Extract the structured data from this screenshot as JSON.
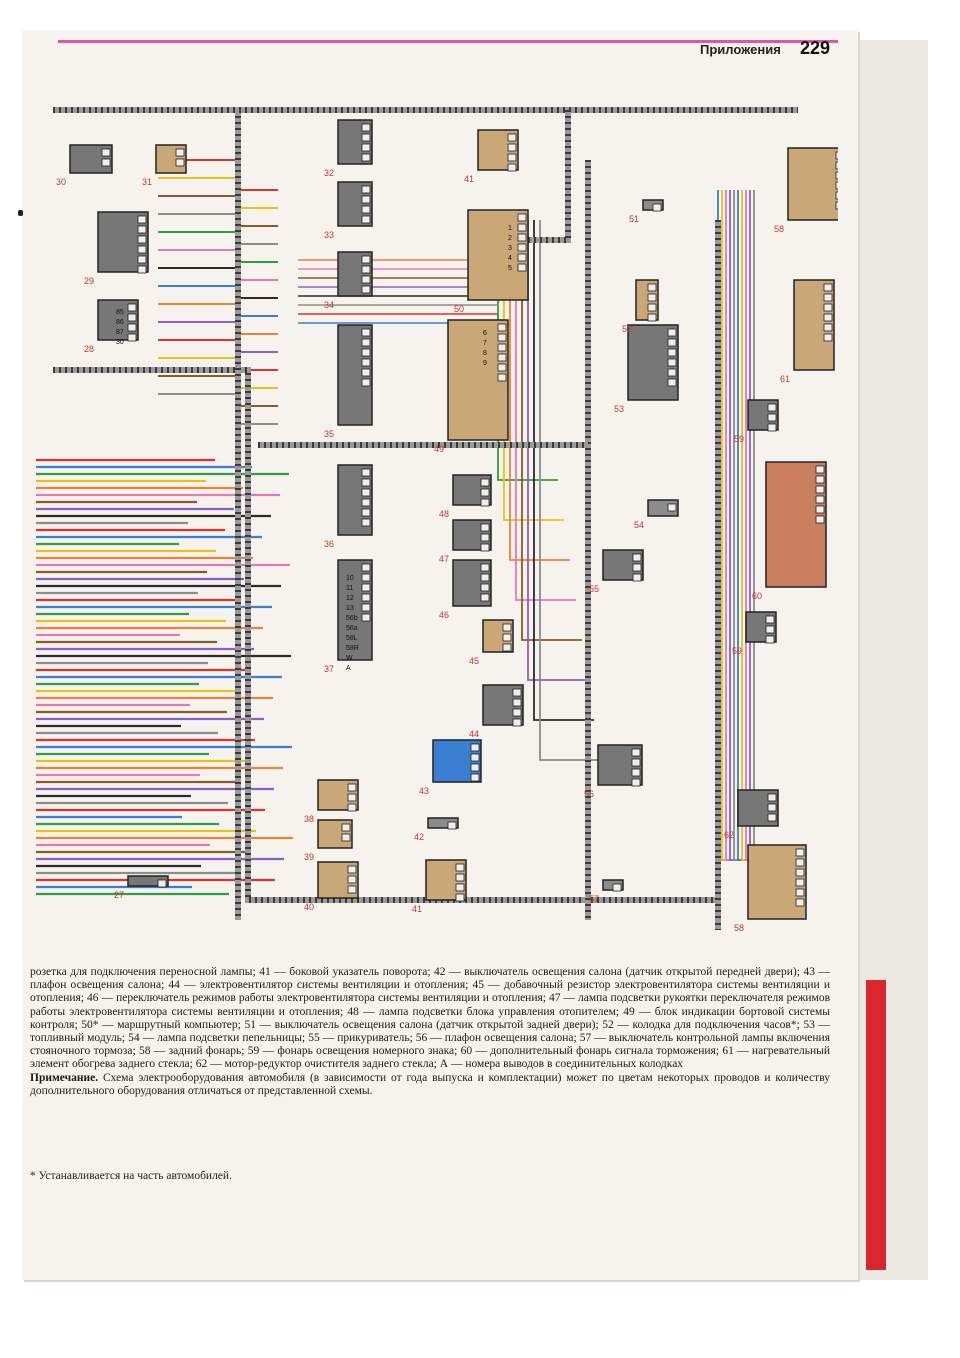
{
  "header": {
    "section_title": "Приложения",
    "page_number": "229"
  },
  "diagram": {
    "component_numbers": [
      "27",
      "28",
      "29",
      "30",
      "31",
      "32",
      "33",
      "34",
      "35",
      "36",
      "37",
      "38",
      "39",
      "40",
      "41",
      "42",
      "43",
      "44",
      "45",
      "46",
      "47",
      "48",
      "49",
      "50",
      "51",
      "52",
      "53",
      "54",
      "55",
      "56",
      "57",
      "58",
      "59",
      "60",
      "61",
      "62"
    ],
    "connector_labels": [
      "85",
      "86",
      "87",
      "30",
      "1",
      "2",
      "3",
      "4",
      "5",
      "6",
      "7",
      "8",
      "9",
      "10",
      "11",
      "12",
      "13",
      "56b",
      "56a",
      "58L",
      "58R",
      "W",
      "A"
    ],
    "palette": {
      "black": "#2b2b2b",
      "grey": "#8c8c8c",
      "red": "#d9342b",
      "blue": "#3a7fd1",
      "green": "#2f9e44",
      "yellow": "#e6c21a",
      "orange": "#e8833a",
      "pink": "#e27ab6",
      "brown": "#8a5a2b",
      "violet": "#8b5fc4",
      "component_box": "#777777",
      "component_tan": "#c9a777",
      "heater_element": "#c97e5e"
    }
  },
  "legend": {
    "text": "розетка для подключения переносной лампы; 41 — боковой указатель поворота; 42 — выключатель освещения салона (датчик открытой передней двери); 43 — плафон освещения салона; 44 — электровентилятор системы вентиляции и отопления; 45 — добавочный резистор электровентилятора системы вентиляции и отопления; 46 — переключатель режимов работы электровентилятора системы вентиляции и отопления; 47 — лампа подсветки рукоятки переключателя режимов работы электровентилятора системы вентиляции и отопления; 48 — лампа подсветки блока управления отопителем; 49 — блок индикации бортовой системы контроля; 50* — маршрутный компьютер; 51 — выключатель освещения салона (датчик открытой задней двери); 52 — колодка для подключения часов*; 53 — топливный модуль; 54 — лампа подсветки пепельницы; 55 — прикуриватель; 56 — плафон освещения салона; 57 — выключатель контрольной лампы включения стояночного тормоза; 58 — задний фонарь; 59 — фонарь освещения номерного знака; 60 — дополнительный фонарь сигнала торможения; 61 — нагревательный элемент обогрева заднего стекла; 62 — мотор-редуктор очистителя заднего стекла; А — номера выводов в соединительных колодках",
    "note_label": "Примечание.",
    "note_text": "Схема электрооборудования автомобиля (в зависимости от года выпуска и комплектации) может по цветам некоторых проводов и количеству дополнительного оборудования отличаться от представленной схемы."
  },
  "footnote": "* Устанавливается на часть автомобилей."
}
